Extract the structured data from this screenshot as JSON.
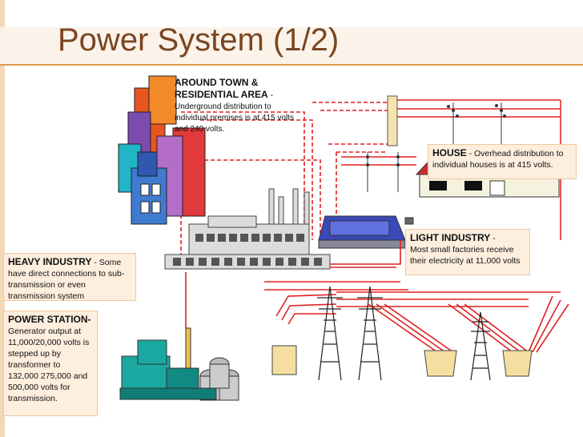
{
  "title": "Power System (1/2)",
  "labels": {
    "town_heading": "AROUND TOWN &",
    "town_heading2": "RESIDENTIAL AREA",
    "town_dash": " -",
    "town_text": "Underground distribution to individual premises is at 415 volts and 240 volts.",
    "house_heading": "HOUSE",
    "house_text": " - Overhead distribution to individual houses is at 415 volts.",
    "light_heading": "LIGHT INDUSTRY",
    "light_dash": " -",
    "light_text": "Most small factories receive their electricity at 11,000 volts",
    "heavy_heading": "HEAVY INDUSTRY",
    "heavy_text": " - Some have direct connections to sub-transmission or even transmission  system",
    "station_heading": "POWER STATION-",
    "station_text": "Generator output at 11,000/20,000 volts is stepped up by transformer to 132,000  275,000 and 500,000 volts for transmission."
  },
  "colors": {
    "title": "#7a4521",
    "box_fill": "#fdeede",
    "wire": "#e02020",
    "wire_dashed": "#e02020",
    "factory": "#dcdcdc",
    "transformer": "#f5dfa0"
  }
}
